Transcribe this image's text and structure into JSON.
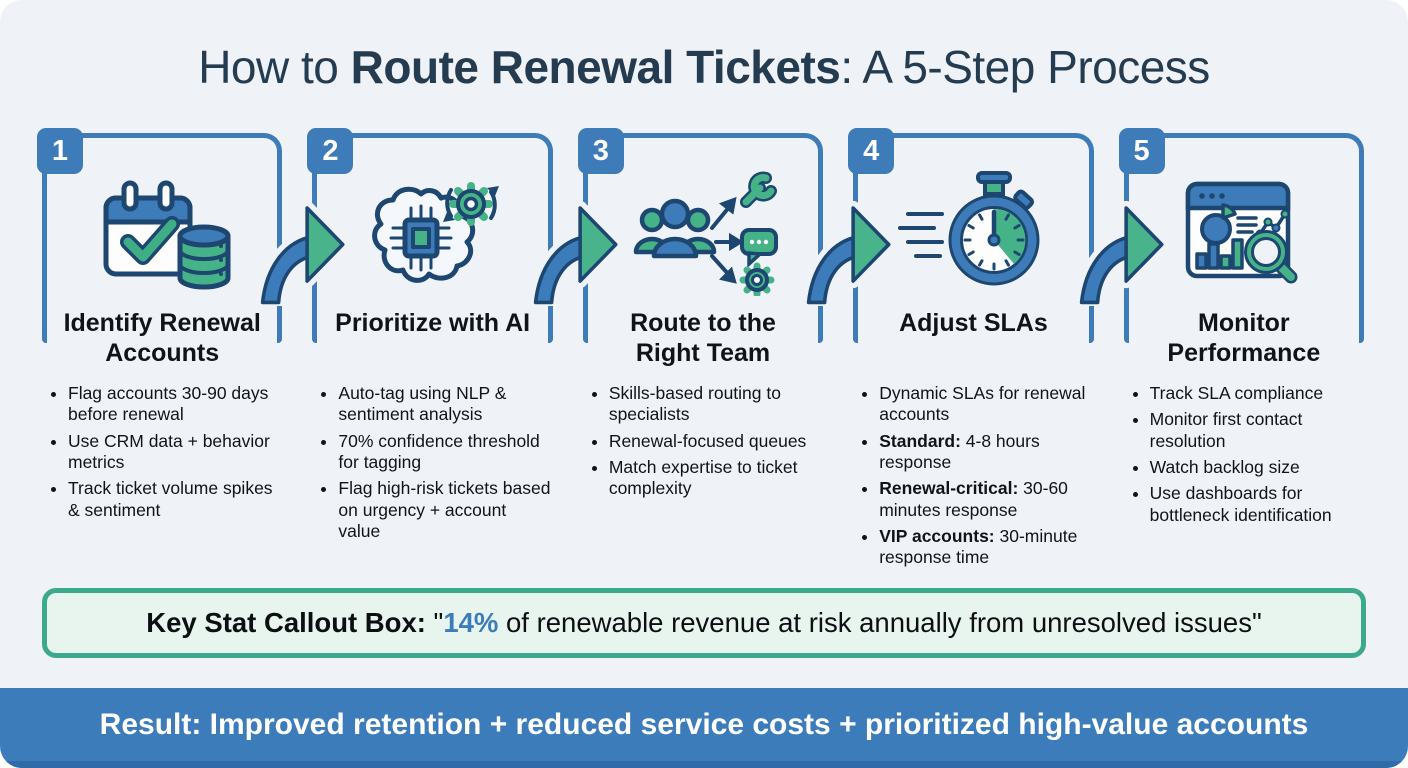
{
  "title": {
    "prefix": "How to ",
    "bold": "Route Renewal Tickets",
    "suffix": ": A 5-Step Process"
  },
  "steps": [
    {
      "number": "1",
      "title": "Identify Renewal Accounts",
      "icon": "calendar-database-icon",
      "bullets": [
        {
          "bold": "",
          "text": "Flag accounts 30-90 days before renewal"
        },
        {
          "bold": "",
          "text": "Use CRM data + behavior metrics"
        },
        {
          "bold": "",
          "text": "Track ticket volume spikes & sentiment"
        }
      ]
    },
    {
      "number": "2",
      "title": "Prioritize with AI",
      "icon": "ai-brain-chip-icon",
      "bullets": [
        {
          "bold": "",
          "text": "Auto-tag using NLP & sentiment analysis"
        },
        {
          "bold": "",
          "text": "70% confidence threshold for tagging"
        },
        {
          "bold": "",
          "text": "Flag high-risk tickets based on urgency + account value"
        }
      ]
    },
    {
      "number": "3",
      "title": "Route to the Right Team",
      "icon": "team-routing-icon",
      "bullets": [
        {
          "bold": "",
          "text": "Skills-based routing to specialists"
        },
        {
          "bold": "",
          "text": "Renewal-focused queues"
        },
        {
          "bold": "",
          "text": "Match expertise to ticket complexity"
        }
      ]
    },
    {
      "number": "4",
      "title": "Adjust SLAs",
      "icon": "stopwatch-icon",
      "bullets": [
        {
          "bold": "",
          "text": "Dynamic SLAs for renewal accounts"
        },
        {
          "bold": "Standard:",
          "text": " 4-8 hours response"
        },
        {
          "bold": "Renewal-critical:",
          "text": " 30-60 minutes response"
        },
        {
          "bold": "VIP accounts:",
          "text": " 30-minute response time"
        }
      ]
    },
    {
      "number": "5",
      "title": "Monitor Performance",
      "icon": "dashboard-magnifier-icon",
      "bullets": [
        {
          "bold": "",
          "text": "Track SLA compliance"
        },
        {
          "bold": "",
          "text": "Monitor first contact resolution"
        },
        {
          "bold": "",
          "text": "Watch backlog size"
        },
        {
          "bold": "",
          "text": "Use dashboards for bottleneck identification"
        }
      ]
    }
  ],
  "callout": {
    "label": "Key Stat Callout Box:",
    "quote_prefix": " \"",
    "stat": "14%",
    "rest": " of renewable revenue at risk annually from unresolved issues\""
  },
  "banner": {
    "text": "Result: Improved retention + reduced service costs + prioritized high-value accounts"
  },
  "colors": {
    "accent_blue": "#3d7cb8",
    "accent_green": "#45b387",
    "outline_navy": "#1d4670",
    "callout_border": "#3ba98c",
    "callout_bg": "#e7f5ee",
    "banner_bg": "#3d7cba",
    "background": "#eff3f8",
    "title_color": "#253b50"
  }
}
